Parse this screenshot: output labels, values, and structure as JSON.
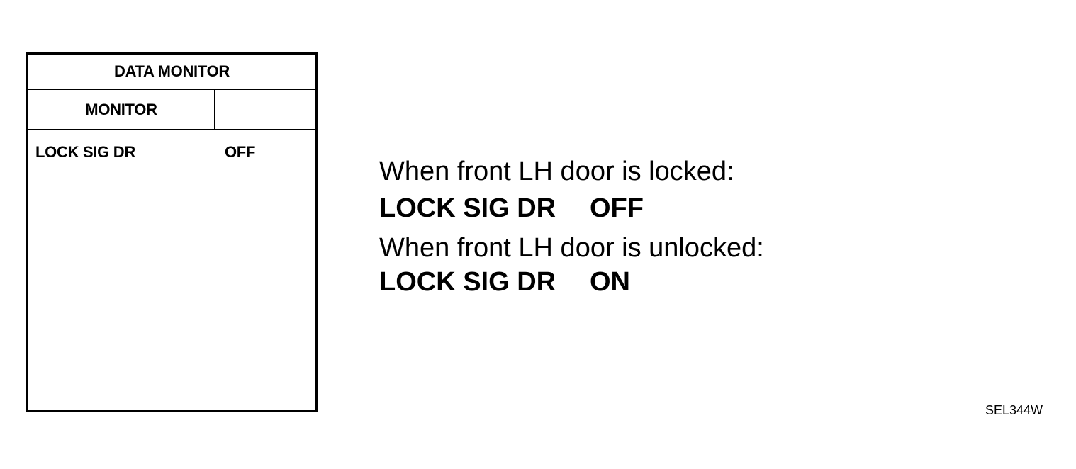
{
  "monitor": {
    "title": "DATA MONITOR",
    "header_label": "MONITOR",
    "header_value": "",
    "rows": [
      {
        "item": "LOCK SIG DR",
        "value": "OFF"
      }
    ]
  },
  "explanation": {
    "locked_condition": "When front LH door is locked:",
    "locked_signal": "LOCK SIG DR",
    "locked_value": "OFF",
    "unlocked_condition": "When front LH door is unlocked:",
    "unlocked_signal": "LOCK SIG DR",
    "unlocked_value": "ON"
  },
  "figure_code": "SEL344W"
}
